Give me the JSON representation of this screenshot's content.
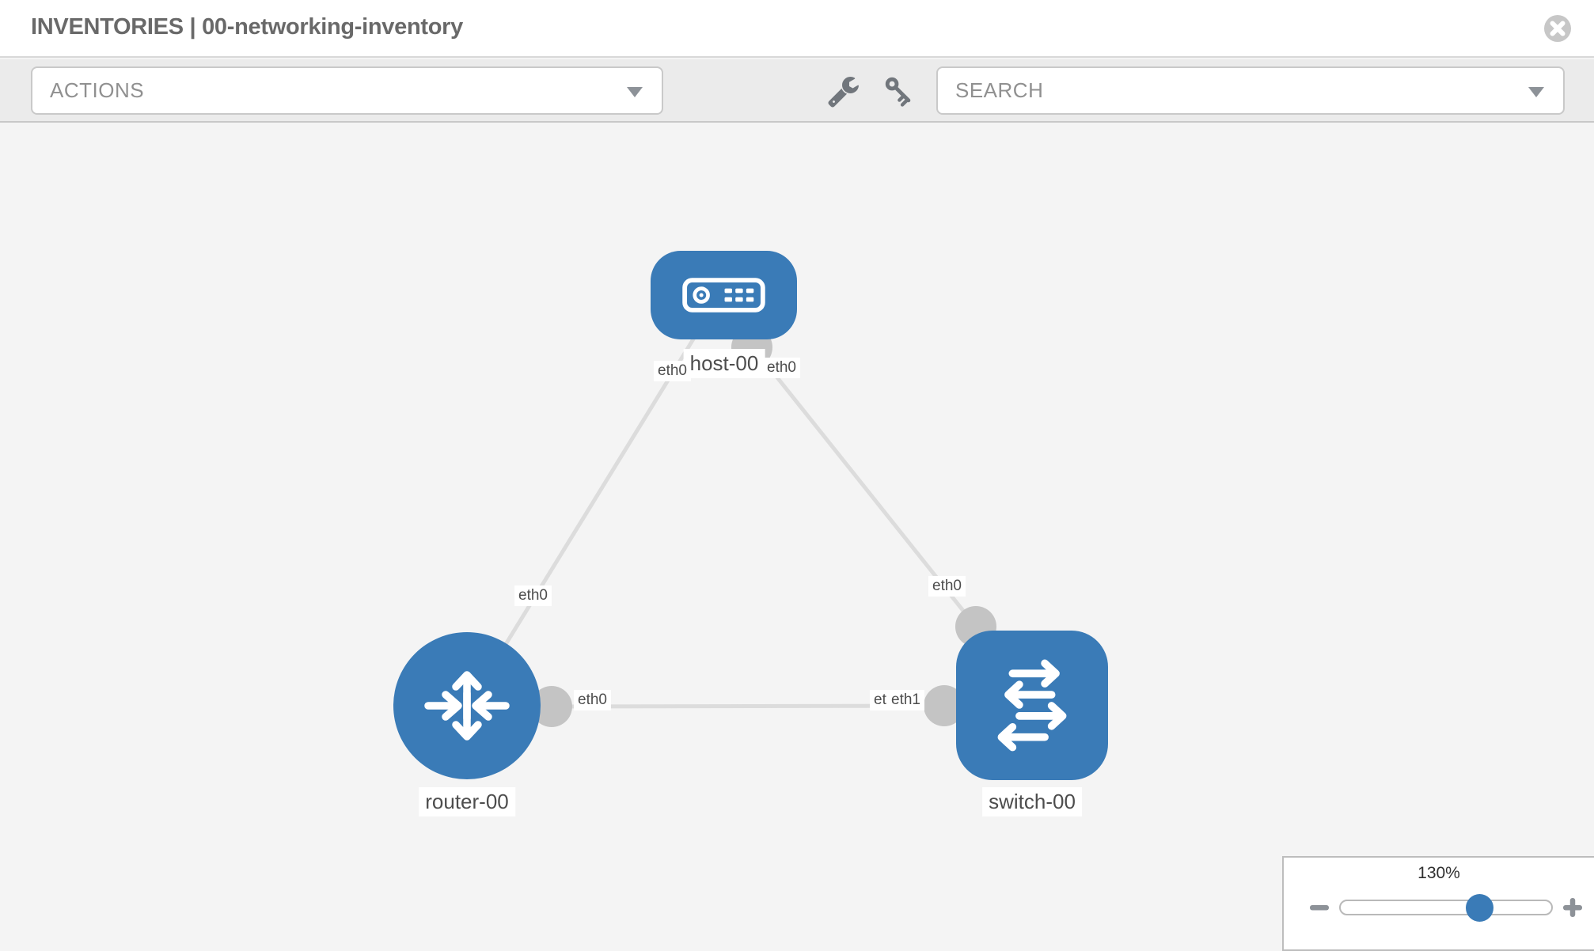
{
  "header": {
    "title": "INVENTORIES | 00-networking-inventory"
  },
  "toolbar": {
    "actions_label": "ACTIONS",
    "search_label": "SEARCH",
    "icons": [
      "wrench",
      "key"
    ]
  },
  "topology": {
    "nodes": [
      {
        "id": "host-00",
        "type": "host",
        "label": "host-00"
      },
      {
        "id": "router-00",
        "type": "router",
        "label": "router-00"
      },
      {
        "id": "switch-00",
        "type": "switch",
        "label": "switch-00"
      }
    ],
    "links": [
      {
        "from": "host-00",
        "to": "router-00",
        "from_if": "eth0",
        "to_if": "eth0"
      },
      {
        "from": "host-00",
        "to": "switch-00",
        "from_if": "eth0",
        "to_if": "eth0"
      },
      {
        "from": "router-00",
        "to": "switch-00",
        "from_if": "eth0",
        "to_if": "eth1"
      }
    ],
    "labels": {
      "host_left": "eth0",
      "host_right": "eth0",
      "link_router": "eth0",
      "link_switch": "eth0",
      "router_port": "eth0",
      "switch_port_back": "eth0",
      "switch_port_front": "eth1"
    }
  },
  "zoom": {
    "level": "130%"
  },
  "colors": {
    "node_blue": "#3a7bb7",
    "port_gray": "#c4c4c4",
    "link_gray": "#dcdcdc",
    "toolbar_bg": "#ebebeb",
    "canvas_bg": "#f4f4f4",
    "label_text": "#4d4d4d"
  }
}
